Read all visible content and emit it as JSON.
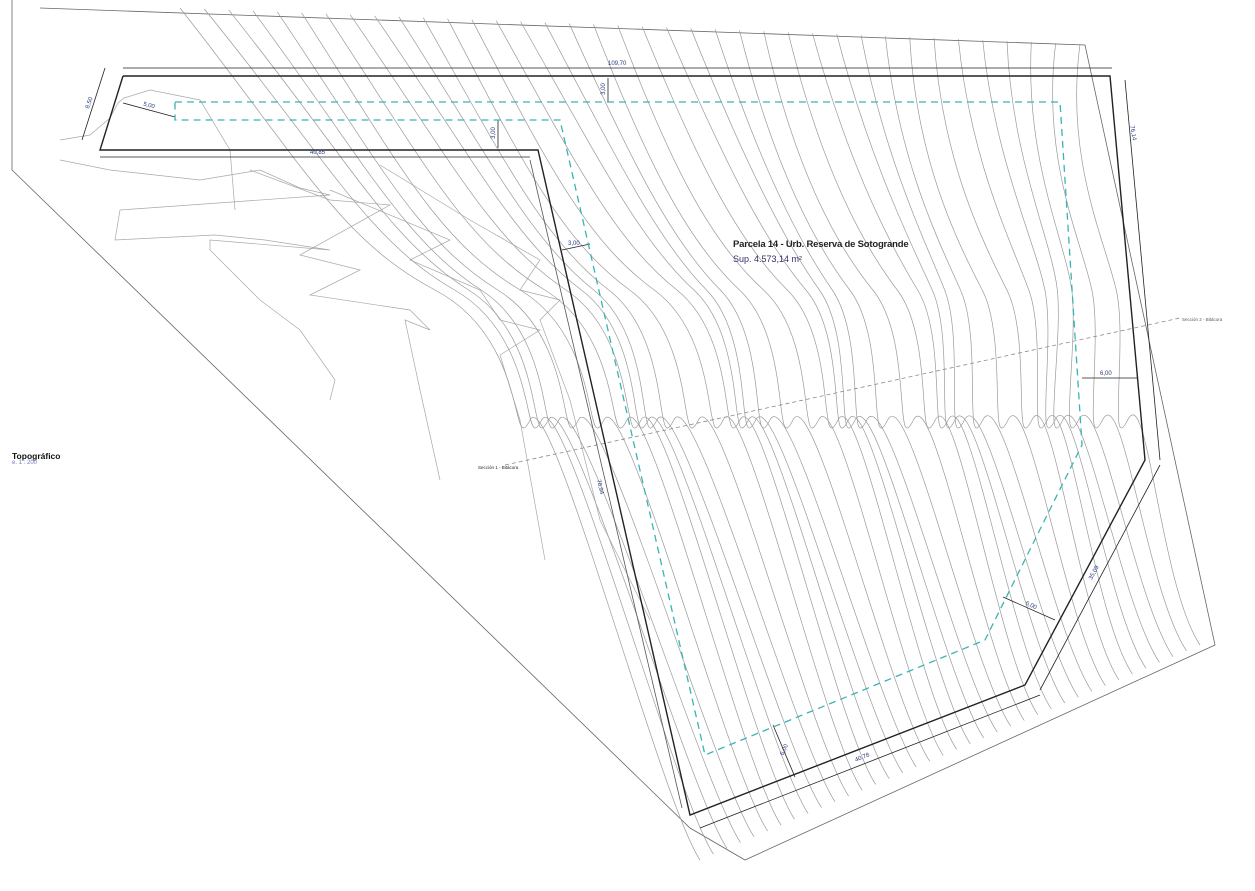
{
  "parcel": {
    "title": "Parcela 14 - Urb. Reserva de Sotogrande",
    "area": "Sup. 4.573,14 m²"
  },
  "view": {
    "name": "Topográfico",
    "scale": "e. 1 : 200"
  },
  "sections": {
    "section_1": "Sección 1 - Bitácora",
    "section_2": "Sección 2 - Bitácora"
  },
  "dimensions": {
    "top": "109,70",
    "top_left_stub": "40,85",
    "left_edge": "8,50",
    "left_setback": "5,00",
    "top_setback": "3,00",
    "inner_top_setback": "3,00",
    "left_side_setback": "3,00",
    "left_side": "78,94",
    "right_side": "76,14",
    "right_setback": "6,00",
    "diag_setback": "6,00",
    "diag_side": "35,09",
    "bottom_setback": "6,00",
    "bottom_side": "40,78"
  },
  "colors": {
    "boundary": "#222222",
    "setback": "#3ab3b3",
    "contour": "#9a9a9a",
    "section_line": "#8a8a8a"
  }
}
